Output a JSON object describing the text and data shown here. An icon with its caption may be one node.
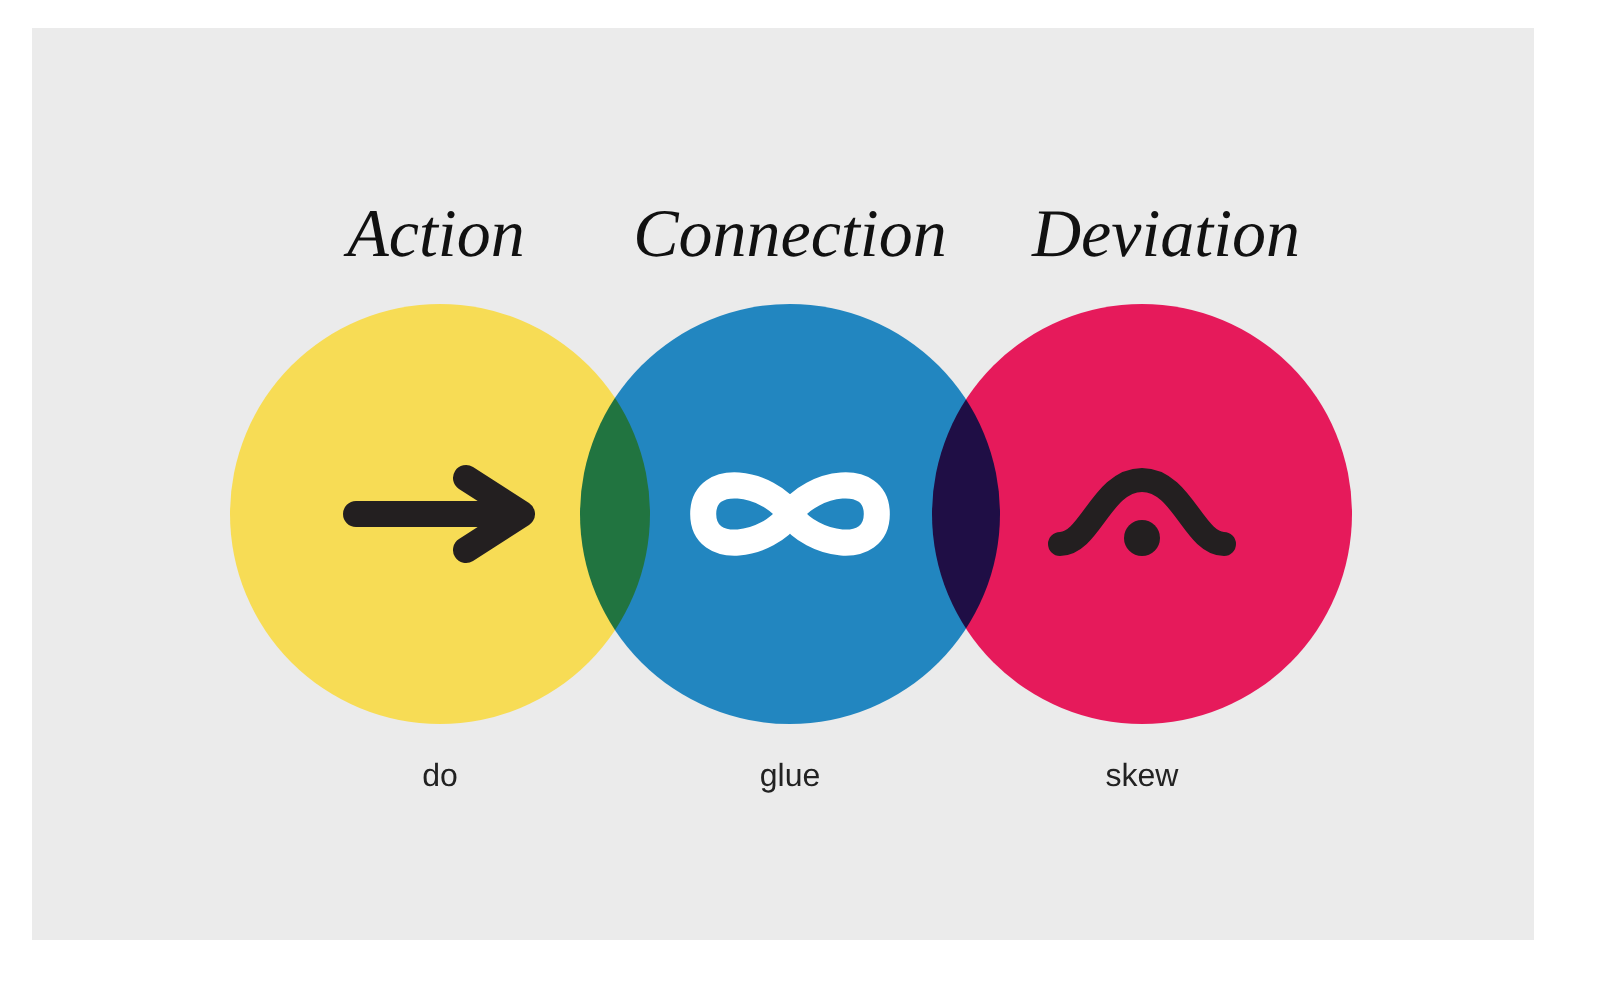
{
  "diagram": {
    "nodes": [
      {
        "text": [
          "Action"
        ],
        "beside": [
          "do"
        ]
      },
      {
        "text": [
          "Connection"
        ],
        "beside": [
          "glue"
        ]
      },
      {
        "text": [
          "Deviation"
        ],
        "beside": [
          "skew"
        ]
      }
    ]
  }
}
